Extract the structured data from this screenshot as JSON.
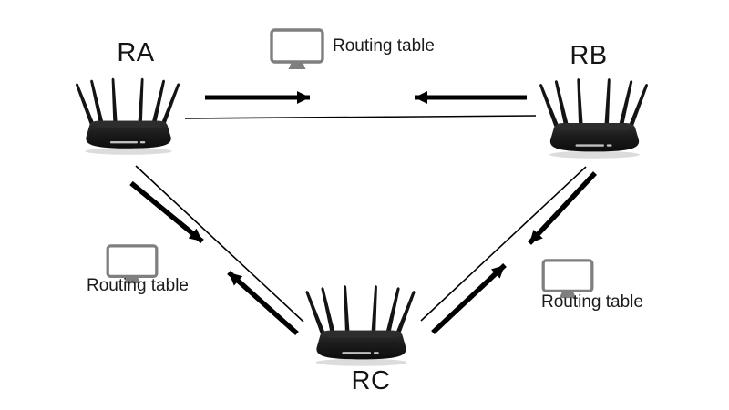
{
  "diagram": {
    "type": "network-topology",
    "background_color": "#ffffff",
    "line_color": "#000000",
    "monitor_icon_color": "#7f7f7f",
    "router_icon_color": "#1d1d1d",
    "nodes": {
      "ra": {
        "label": "RA",
        "icon": "router-icon",
        "position": "top-left"
      },
      "rb": {
        "label": "RB",
        "icon": "router-icon",
        "position": "top-right"
      },
      "rc": {
        "label": "RC",
        "icon": "router-icon",
        "position": "bottom-center"
      }
    },
    "annotations": {
      "top": {
        "label": "Routing table",
        "icon": "monitor-icon"
      },
      "left": {
        "label": "Routing table",
        "icon": "monitor-icon"
      },
      "right": {
        "label": "Routing table",
        "icon": "monitor-icon"
      }
    },
    "links": [
      {
        "between": [
          "RA",
          "RB"
        ],
        "elements": [
          "thick arrow RA to RB",
          "thick arrow RB to RA",
          "thin plain line"
        ]
      },
      {
        "between": [
          "RA",
          "RC"
        ],
        "elements": [
          "thick arrow RA to RC",
          "thick arrow RC to RA",
          "thin plain line"
        ]
      },
      {
        "between": [
          "RB",
          "RC"
        ],
        "elements": [
          "thick arrow RB to RC",
          "thick arrow RC to RB",
          "thin plain line"
        ]
      }
    ]
  }
}
